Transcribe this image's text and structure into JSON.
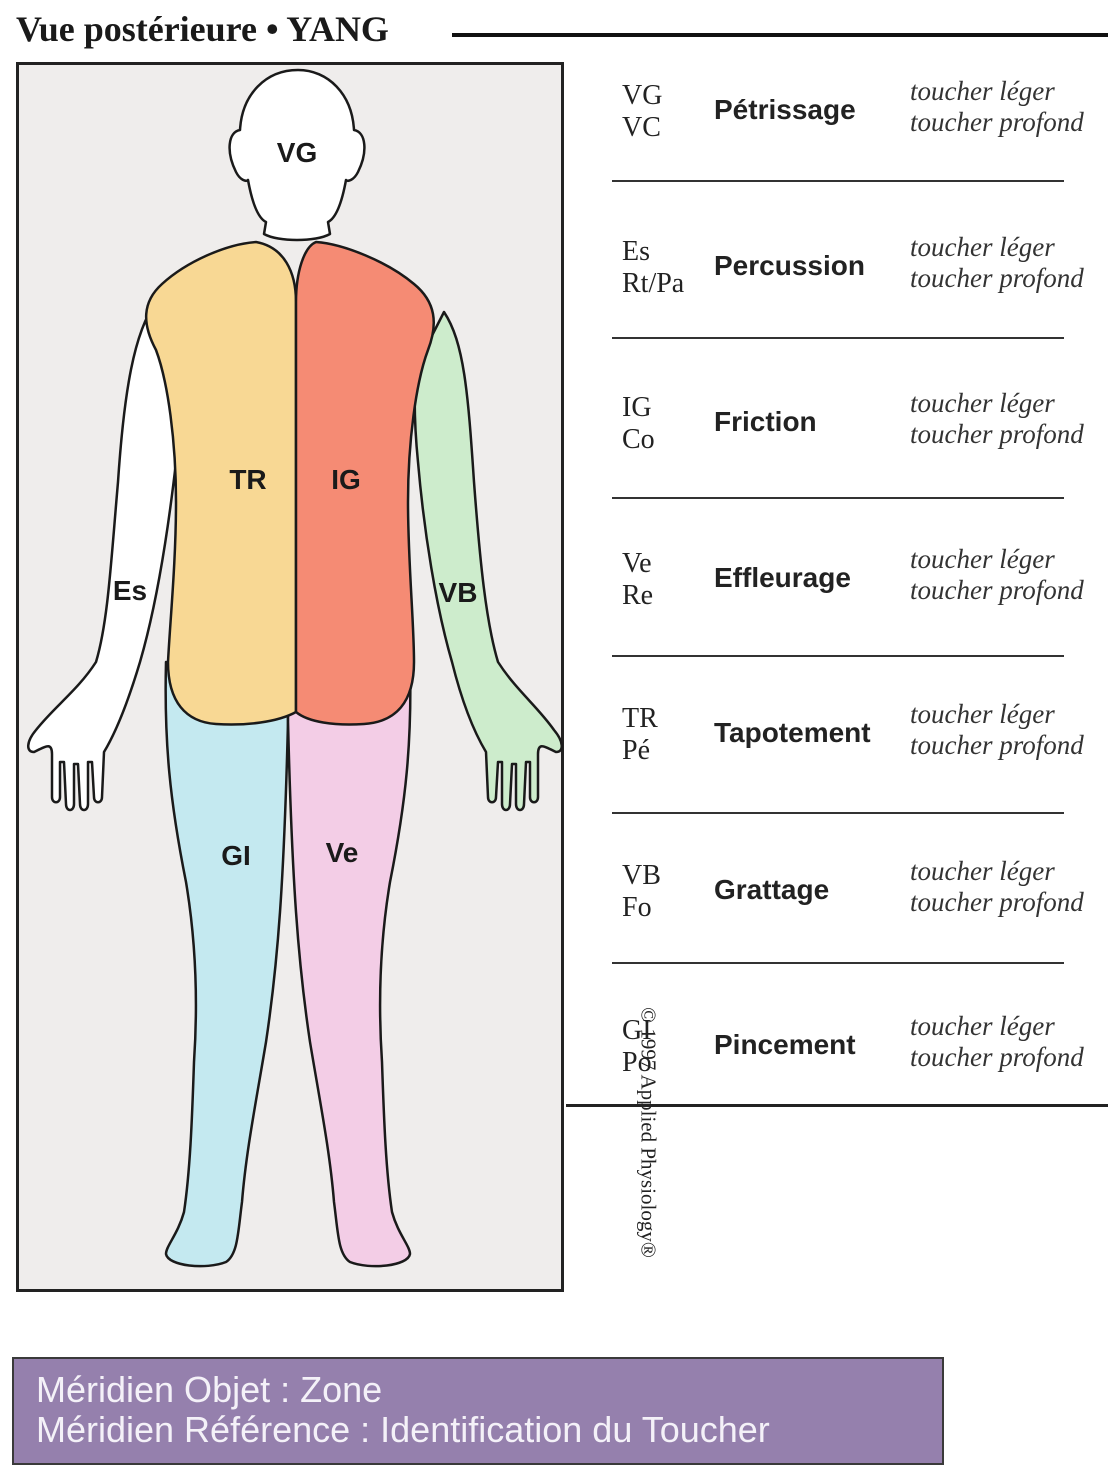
{
  "title": "Vue postérieure • YANG",
  "figure": {
    "zones": {
      "head": "VG",
      "left_torso": "TR",
      "right_torso": "IG",
      "left_arm": "Es",
      "right_arm": "VB",
      "left_leg": "GI",
      "right_leg": "Ve"
    },
    "colors": {
      "head": "#ffffff",
      "left_torso": "#f8d894",
      "right_torso": "#f58b74",
      "left_arm": "#ffffff",
      "right_arm": "#cdeccc",
      "left_leg": "#c4e9f0",
      "right_leg": "#f3cde6"
    },
    "copyright": "© 1997 Applied Physiology®"
  },
  "table": {
    "rows": [
      {
        "codes": [
          "VG",
          "VC"
        ],
        "technique": "Pétrissage",
        "touch": [
          "toucher léger",
          "toucher profond"
        ]
      },
      {
        "codes": [
          "Es",
          "Rt/Pa"
        ],
        "technique": "Percussion",
        "touch": [
          "toucher léger",
          "toucher profond"
        ]
      },
      {
        "codes": [
          "IG",
          "Co"
        ],
        "technique": "Friction",
        "touch": [
          "toucher léger",
          "toucher profond"
        ]
      },
      {
        "codes": [
          "Ve",
          "Re"
        ],
        "technique": "Effleurage",
        "touch": [
          "toucher léger",
          "toucher profond"
        ]
      },
      {
        "codes": [
          "TR",
          "Pé"
        ],
        "technique": "Tapotement",
        "touch": [
          "toucher léger",
          "toucher profond"
        ]
      },
      {
        "codes": [
          "VB",
          "Fo"
        ],
        "technique": "Grattage",
        "touch": [
          "toucher léger",
          "toucher profond"
        ]
      },
      {
        "codes": [
          "GI",
          "Po"
        ],
        "technique": "Pincement",
        "touch": [
          "toucher léger",
          "toucher profond"
        ]
      }
    ]
  },
  "caption": {
    "line1": "Méridien Objet : Zone",
    "line2": "Méridien Référence : Identification du Toucher"
  }
}
